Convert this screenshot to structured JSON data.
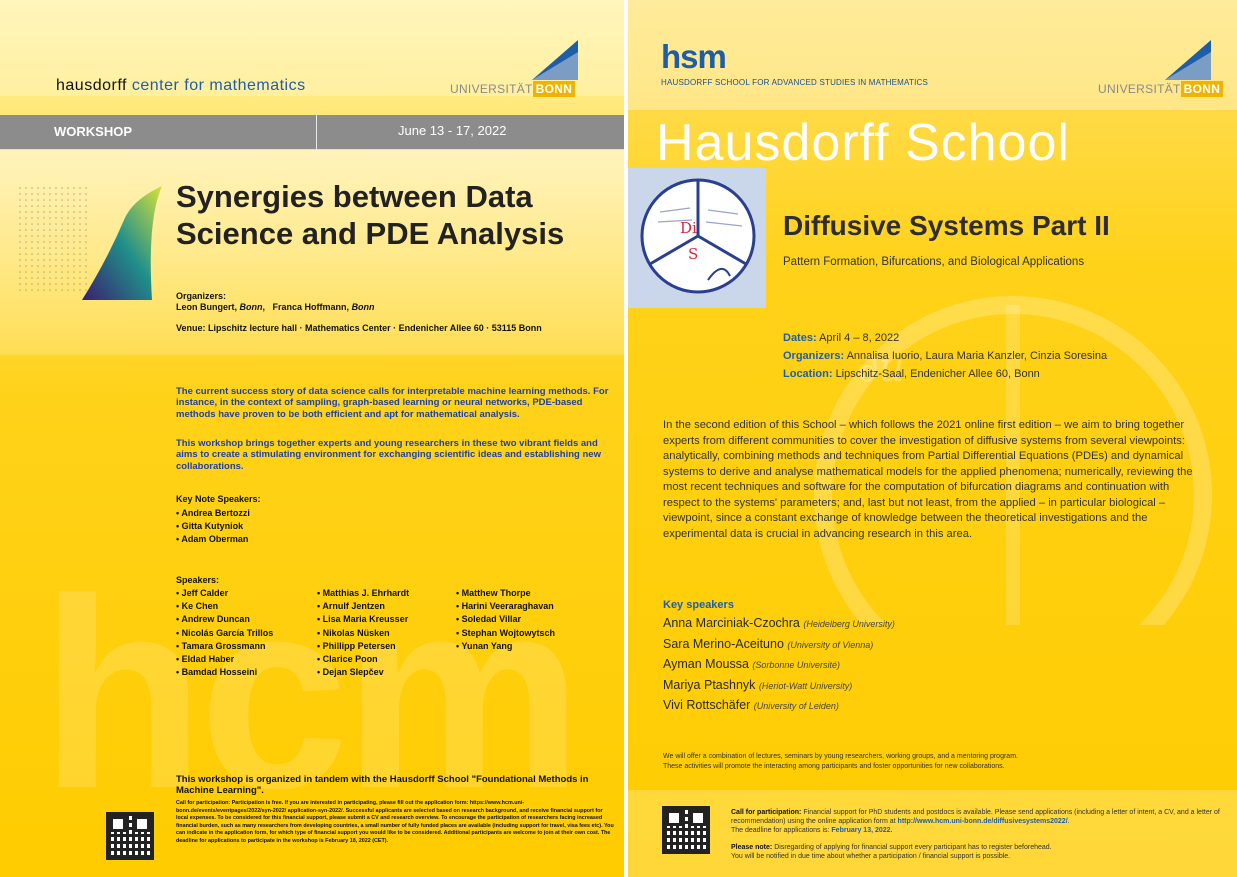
{
  "left": {
    "org_prefix": "hausdorff",
    "org_suffix": " center for mathematics",
    "uni_text": "UNIVERSITÄT",
    "uni_badge": "BONN",
    "bar_label": "WORKSHOP",
    "bar_date": "June 13 - 17, 2022",
    "title": "Synergies between Data Science and PDE Analysis",
    "organizers_label": "Organizers:",
    "organizer_1": "Leon Bungert,",
    "organizer_1_aff": "Bonn",
    "organizer_2": "Franca Hoffmann,",
    "organizer_2_aff": "Bonn",
    "venue_label": "Venue:",
    "venue": "Lipschitz lecture hall · Mathematics Center · Endenicher Allee 60 · 53115 Bonn",
    "intro_1": "The current success story of data science calls for interpretable machine learning methods. For instance, in the context of sampling, graph-based learning or neural networks, PDE-based methods have proven to be both efficient and apt for mathematical analysis.",
    "intro_2": "This workshop brings together experts and young researchers in these two vibrant fields and aims to create a stimulating environment for exchanging scientific ideas and establishing new collaborations.",
    "keynote_label": "Key Note Speakers:",
    "keynotes": [
      "Andrea Bertozzi",
      "Gitta Kutyniok",
      "Adam Oberman"
    ],
    "speakers_label": "Speakers:",
    "speakers_col1": [
      "Jeff Calder",
      "Ke Chen",
      "Andrew Duncan",
      "Nicolás García Trillos",
      "Tamara Grossmann",
      "Eldad Haber",
      "Bamdad Hosseini"
    ],
    "speakers_col2": [
      "Matthias J. Ehrhardt",
      "Arnulf Jentzen",
      "Lisa Maria Kreusser",
      "Nikolas Nüsken",
      "Phillipp Petersen",
      "Clarice Poon",
      "Dejan Slepčev"
    ],
    "speakers_col3": [
      "Matthew Thorpe",
      "Harini Veeraraghavan",
      "Soledad Villar",
      "Stephan Wojtowytsch",
      "Yunan Yang"
    ],
    "watermark": "hcm",
    "tandem": "This workshop is organized in tandem with the Hausdorff School \"Foundational Methods in Machine Learning\".",
    "cfp": "Call for participation: Participation is free. If you are interested in participating, please fill out the application form: https://www.hcm.uni-bonn.de/events/eventpages/2022/syn-2022/ application-syn-2022/. Successful applicants are selected based on research background, and receive financial support for local expenses. To be considered for this financial support, please submit a CV and research overview. To encourage the participation of researchers facing increased financial burden, such as many researchers from developing countries, a small number of fully funded places are available (including support for travel, visa fees etc). You can indicate in the application form, for which type of financial support you would like to be considered. Additional participants are welcome to join at their own cost. The deadline for applications to participate in the workshop is February 18, 2022 (CET)."
  },
  "right": {
    "logo": "hsm",
    "logo_sub": "HAUSDORFF SCHOOL FOR ADVANCED STUDIES IN MATHEMATICS",
    "uni_text": "UNIVERSITÄT",
    "uni_badge": "BONN",
    "school_title": "Hausdorff School",
    "dis_d": "Di",
    "dis_s": "S",
    "watermark_du": "∂u",
    "title": "Diffusive Systems Part II",
    "subtitle": "Pattern Formation, Bifurcations, and Biological Applications",
    "dates_label": "Dates:",
    "dates": "April 4 – 8, 2022",
    "organizers_label": "Organizers:",
    "organizers": "Annalisa Iuorio, Laura Maria Kanzler, Cinzia Soresina",
    "location_label": "Location:",
    "location": "Lipschitz-Saal, Endenicher Allee 60, Bonn",
    "abstract": "In the second edition of this School – which follows the 2021 online first edition – we aim to bring together experts from different communities to cover the investigation of diffusive systems from several viewpoints: analytically, combining methods and techniques from Partial Differential Equations (PDEs) and dynamical systems to derive and analyse mathematical models for the applied phenomena; numerically, reviewing the most recent techniques and software for the computation of bifurcation diagrams and continuation with respect to the systems' parameters; and, last but not least, from the applied – in particular biological – viewpoint, since a constant exchange of knowledge between the theoretical investigations and the experimental data is crucial in advancing research in this area.",
    "ks_label": "Key speakers",
    "keyspeakers": [
      {
        "name": "Anna Marciniak-Czochra",
        "aff": "(Heidelberg University)"
      },
      {
        "name": "Sara Merino-Aceituno",
        "aff": "(University of Vienna)"
      },
      {
        "name": "Ayman Moussa",
        "aff": "(Sorbonne Université)"
      },
      {
        "name": "Mariya Ptashnyk",
        "aff": "(Heriot-Watt University)"
      },
      {
        "name": "Vivi Rottschäfer",
        "aff": "(University of Leiden)"
      }
    ],
    "offer_1": "We will offer a combination of lectures, seminars by young researchers, working groups, and a mentoring program.",
    "offer_2": "These activities will promote the interacting among participants and foster opportunities for new collaborations.",
    "cfp_label": "Call for participation:",
    "cfp_text": "Financial support for PhD students and postdocs is available. Please send applications (including a letter of intent, a CV, and a letter of recommendation) using the online application form at",
    "cfp_url": "http://www.hcm.uni-bonn.de/diffusivesystems2022/",
    "cfp_deadline_pre": "The deadline for applications is:",
    "cfp_deadline": "February 13, 2022.",
    "note_label": "Please note:",
    "note_text": "Disregarding of applying for financial support every participant has to register beforehead.",
    "note_text_2": "You will be notified in due time about whether a participation / financial support is possible.",
    "colors": {
      "blue": "#1e5ea8",
      "yellow": "#ffcc00",
      "gray": "#8c8c8c"
    }
  }
}
